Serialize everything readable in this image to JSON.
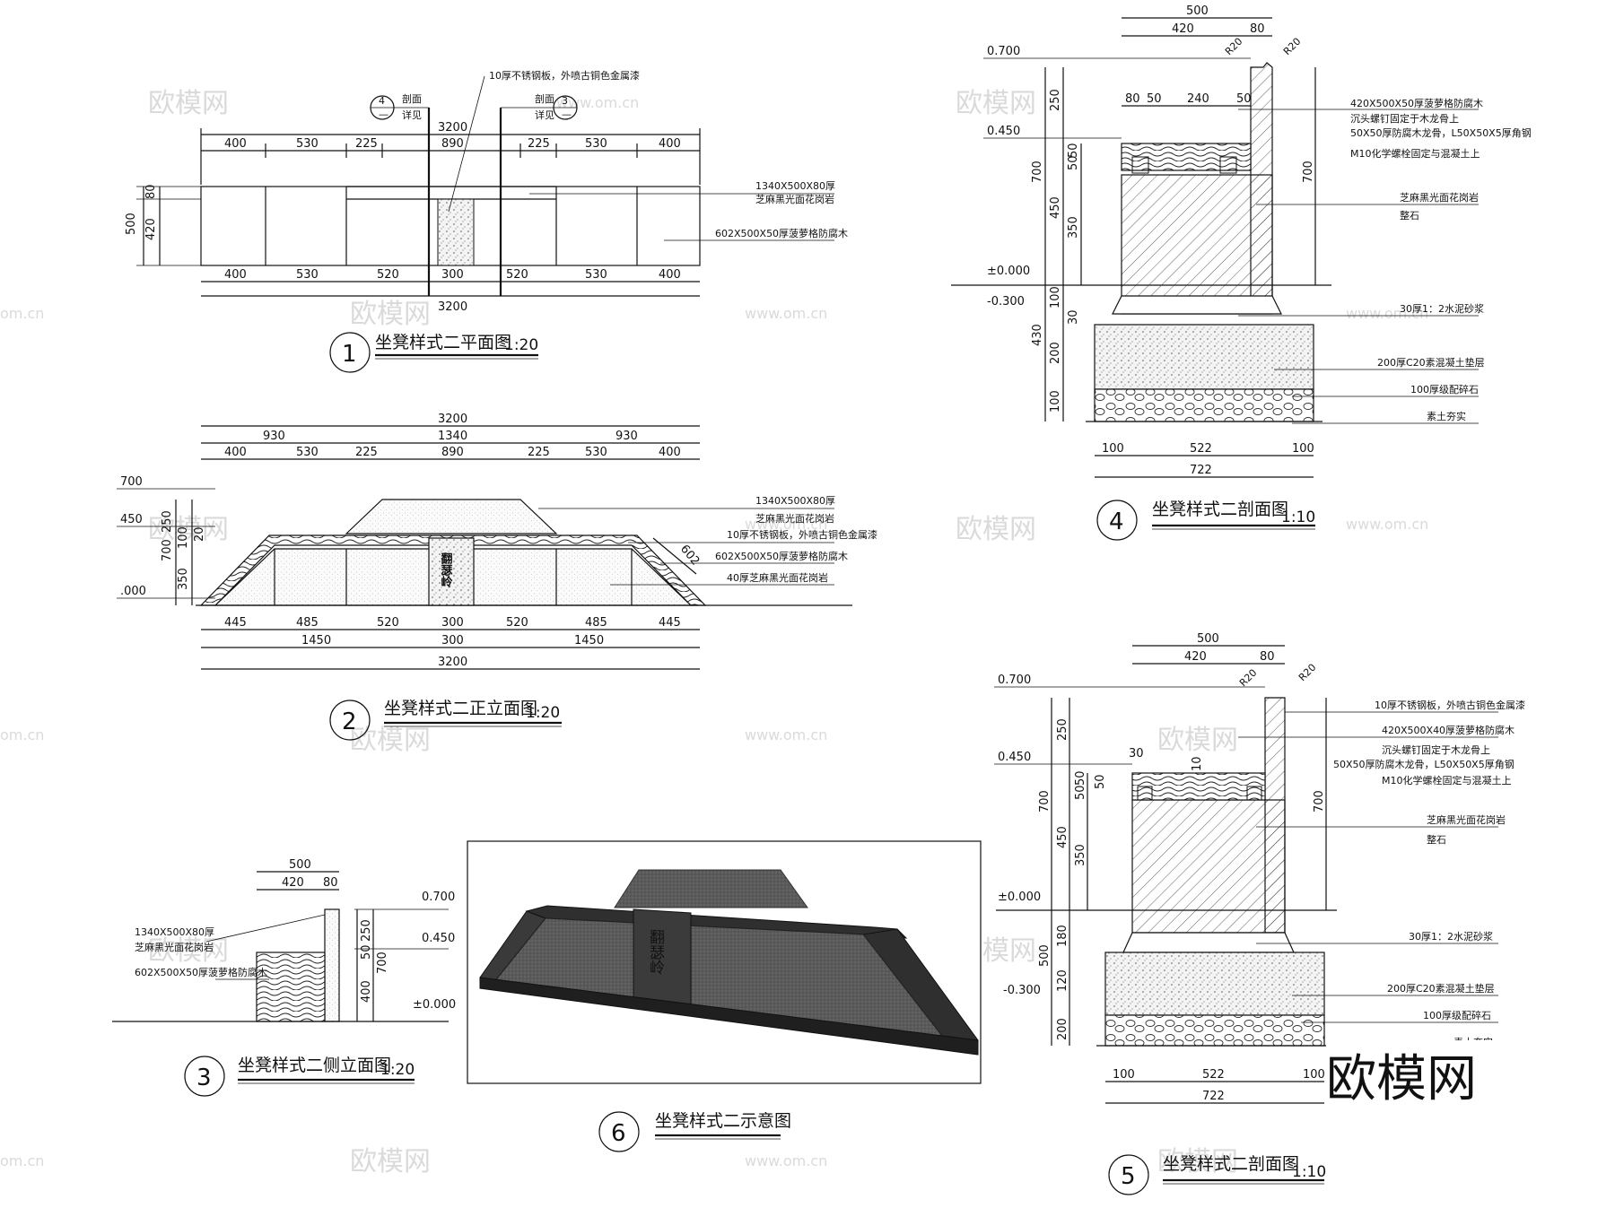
{
  "drawings": {
    "d1": {
      "number": "1",
      "title": "坐凳样式二平面图",
      "scale": "1:20",
      "top_dims": [
        "400",
        "530",
        "225",
        "890",
        "225",
        "530",
        "400"
      ],
      "total": "3200",
      "bottom_dims": [
        "400",
        "530",
        "520",
        "300",
        "520",
        "530",
        "400"
      ],
      "left_dims": [
        "500",
        "80",
        "420"
      ],
      "callout_left": {
        "num": "4",
        "label1": "剖面",
        "label2": "详见",
        "dash": "—"
      },
      "callout_right": {
        "num": "3",
        "label1": "剖面",
        "label2": "详见",
        "dash": "—"
      },
      "notes": [
        "10厚不锈钢板，外喷古铜色金属漆",
        "1340X500X80厚",
        "芝麻黑光面花岗岩",
        "602X500X50厚菠萝格防腐木"
      ]
    },
    "d2": {
      "number": "2",
      "title": "坐凳样式二正立面图",
      "scale": "1:20",
      "total": "3200",
      "top_dims2": [
        "930",
        "1340",
        "930"
      ],
      "top_dims3": [
        "400",
        "530",
        "225",
        "890",
        "225",
        "530",
        "400"
      ],
      "bottom_dims": [
        "445",
        "485",
        "520",
        "300",
        "520",
        "485",
        "445"
      ],
      "bottom_dims2": [
        "1450",
        "300",
        "1450"
      ],
      "levels": [
        "700",
        "450",
        ".000"
      ],
      "left_dims": [
        "250",
        "700",
        "350",
        "100",
        "20"
      ],
      "diag": "602",
      "plaque_text": "翻瑟岭",
      "notes": [
        "1340X500X80厚",
        "芝麻黑光面花岗岩",
        "10厚不锈钢板，外喷古铜色金属漆",
        "602X500X50厚菠萝格防腐木",
        "40厚芝麻黑光面花岗岩"
      ]
    },
    "d3": {
      "number": "3",
      "title": "坐凳样式二侧立面图",
      "scale": "1:20",
      "top_dims": [
        "500",
        "420",
        "80"
      ],
      "left_dims": [
        "250",
        "50",
        "700",
        "400"
      ],
      "levels": [
        "0.700",
        "0.450",
        "±0.000"
      ],
      "notes": [
        "1340X500X80厚",
        "芝麻黑光面花岗岩",
        "602X500X50厚菠萝格防腐木"
      ]
    },
    "d4": {
      "number": "4",
      "title": "坐凳样式二剖面图",
      "scale": "1:10",
      "top_dims": [
        "500",
        "420",
        "80"
      ],
      "radius": [
        "R20",
        "R20"
      ],
      "inner_dims": [
        "80",
        "50",
        "240",
        "50"
      ],
      "levels": [
        "0.700",
        "0.450",
        "±0.000",
        "-0.300"
      ],
      "left_dims": [
        "250",
        "700",
        "50",
        "50",
        "450",
        "350",
        "100",
        "30",
        "430",
        "200",
        "100"
      ],
      "right_dim": "700",
      "bottom_dims": [
        "100",
        "522",
        "100"
      ],
      "bottom_total": "722",
      "notes": [
        "420X500X50厚菠萝格防腐木",
        "沉头螺钉固定于木龙骨上",
        "50X50厚防腐木龙骨，L50X50X5厚角钢",
        "M10化学螺栓固定与混凝土上",
        "芝麻黑光面花岗岩",
        "整石",
        "30厚1：2水泥砂浆",
        "200厚C20素混凝土垫层",
        "100厚级配碎石",
        "素土夯实"
      ]
    },
    "d5": {
      "number": "5",
      "title": "坐凳样式二剖面图",
      "scale": "1:10",
      "top_dims": [
        "500",
        "420",
        "80"
      ],
      "radius": [
        "R20",
        "R20"
      ],
      "small_dims": [
        "30",
        "10"
      ],
      "levels": [
        "0.700",
        "0.450",
        "±0.000",
        "-0.300"
      ],
      "left_dims": [
        "250",
        "50",
        "50",
        "50",
        "700",
        "450",
        "350",
        "180",
        "500",
        "120",
        "200"
      ],
      "right_dim": "700",
      "bottom_dims": [
        "100",
        "522",
        "100"
      ],
      "bottom_total": "722",
      "notes": [
        "10厚不锈钢板，外喷古铜色金属漆",
        "420X500X40厚菠萝格防腐木",
        "沉头螺钉固定于木龙骨上",
        "50X50厚防腐木龙骨，L50X50X5厚角钢",
        "M10化学螺栓固定与混凝土上",
        "芝麻黑光面花岗岩",
        "整石",
        "30厚1：2水泥砂浆",
        "200厚C20素混凝土垫层",
        "100厚级配碎石",
        "素土夯实"
      ]
    },
    "d6": {
      "number": "6",
      "title": "坐凳样式二示意图",
      "plaque_text": "翻瑟岭"
    }
  },
  "watermark": {
    "brand": "欧模网",
    "site": "www.om.cn",
    "site_short": "om.cn"
  }
}
